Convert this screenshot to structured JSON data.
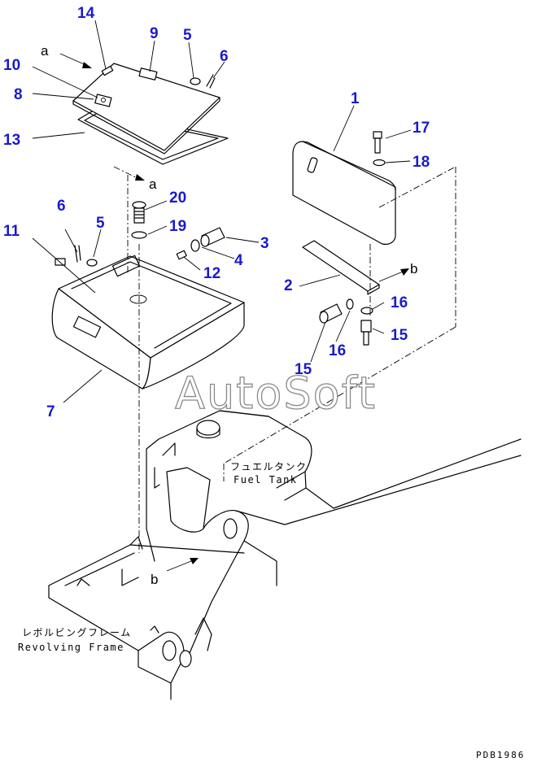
{
  "callouts": [
    {
      "id": "14",
      "label": "14"
    },
    {
      "id": "9",
      "label": "9"
    },
    {
      "id": "5a",
      "label": "5"
    },
    {
      "id": "6a",
      "label": "6"
    },
    {
      "id": "10",
      "label": "10"
    },
    {
      "id": "8",
      "label": "8"
    },
    {
      "id": "13",
      "label": "13"
    },
    {
      "id": "1",
      "label": "1"
    },
    {
      "id": "17",
      "label": "17"
    },
    {
      "id": "18",
      "label": "18"
    },
    {
      "id": "20",
      "label": "20"
    },
    {
      "id": "6b",
      "label": "6"
    },
    {
      "id": "5b",
      "label": "5"
    },
    {
      "id": "19",
      "label": "19"
    },
    {
      "id": "3",
      "label": "3"
    },
    {
      "id": "11",
      "label": "11"
    },
    {
      "id": "4",
      "label": "4"
    },
    {
      "id": "12",
      "label": "12"
    },
    {
      "id": "2",
      "label": "2"
    },
    {
      "id": "16a",
      "label": "16"
    },
    {
      "id": "15a",
      "label": "15"
    },
    {
      "id": "16b",
      "label": "16"
    },
    {
      "id": "15b",
      "label": "15"
    },
    {
      "id": "7",
      "label": "7"
    }
  ],
  "refs": {
    "a1": "a",
    "a2": "a",
    "b1": "b",
    "b2": "b"
  },
  "labels": {
    "fuel_tank_jp": "フュエルタンク",
    "fuel_tank_en": "Fuel Tank",
    "revolving_frame_jp": "レボルビングフレーム",
    "revolving_frame_en": "Revolving Frame"
  },
  "watermark": "AutoSoft",
  "drawing_code": "PDB1986"
}
